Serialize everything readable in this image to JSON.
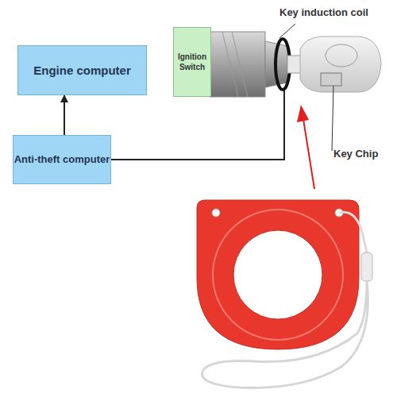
{
  "diagram": {
    "nodes": [
      {
        "text": [
          "Engine computer"
        ]
      },
      {
        "text": [
          "Anti-theft computer"
        ]
      },
      {
        "text": [
          "Ignition Switch"
        ]
      }
    ],
    "edges": [
      {
        "from": 1,
        "to": 0,
        "arrow": "to"
      }
    ],
    "labels": [
      "Key induction coil",
      "Key Chip"
    ]
  }
}
